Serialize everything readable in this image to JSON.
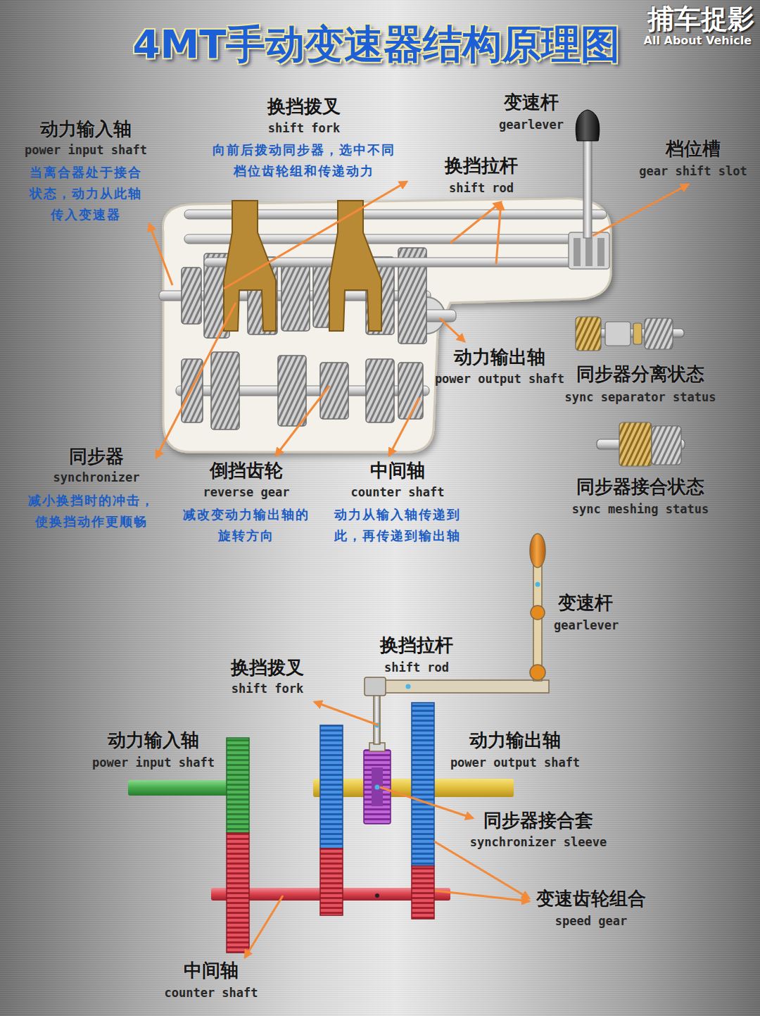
{
  "diagram": {
    "title": "4MT手动变速器结构原理图",
    "labels": [
      "捕车捉影",
      "All About Vehicle",
      "动力输入轴",
      "power input shaft",
      "当离合器处于接合状态，动力从此轴传入变速器",
      "换挡拨叉",
      "shift fork",
      "向前后拨动同步器，选中不同档位齿轮组和传递动力",
      "变速杆",
      "gearlever",
      "档位槽",
      "gear shift slot",
      "换挡拉杆",
      "shift rod",
      "动力输出轴",
      "power output shaft",
      "同步器分离状态",
      "sync separator status",
      "同步器",
      "synchronizer",
      "减小换挡时的冲击，使换挡动作更顺畅",
      "倒挡齿轮",
      "reverse gear",
      "减改变动力输出轴的旋转方向",
      "中间轴",
      "counter shaft",
      "动力从输入轴传递到此，再传递到输出轴",
      "同步器接合状态",
      "sync meshing status",
      "变速杆",
      "gearlever",
      "换挡拉杆",
      "shift rod",
      "换挡拨叉",
      "shift fork",
      "动力输入轴",
      "power input shaft",
      "动力输出轴",
      "power output shaft",
      "同步器接合套",
      "synchronizer sleeve",
      "变速齿轮组合",
      "speed gear",
      "中间轴",
      "counter shaft"
    ]
  }
}
